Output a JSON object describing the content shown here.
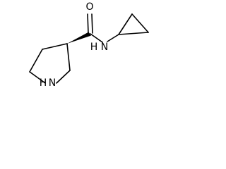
{
  "molecule": {
    "atoms": [
      {
        "id": "carbonyl-oxygen",
        "label": "O"
      },
      {
        "id": "amide-nitrogen",
        "label": "N"
      },
      {
        "id": "amide-hydrogen",
        "label": "H"
      },
      {
        "id": "ring-nitrogen",
        "label": "N"
      },
      {
        "id": "ring-hydrogen",
        "label": "H"
      }
    ]
  }
}
